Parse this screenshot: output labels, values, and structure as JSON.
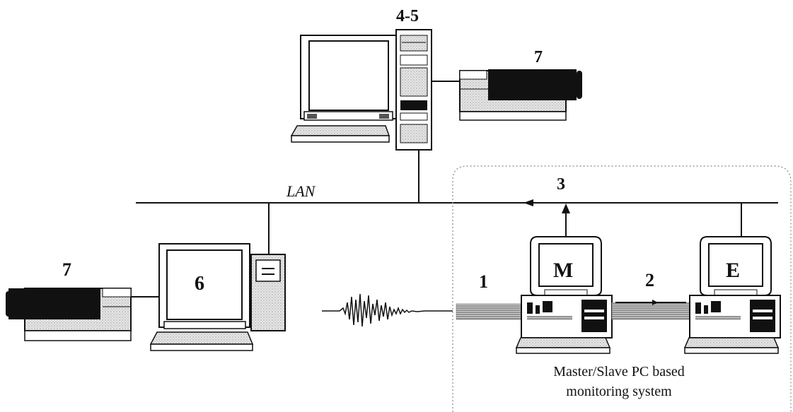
{
  "labels": {
    "server": "4-5",
    "printer_top": "7",
    "printer_left": "7",
    "workstation": "6",
    "lan": "LAN",
    "link_3": "3",
    "link_1": "1",
    "link_2": "2",
    "master": "M",
    "slave": "E"
  },
  "caption": {
    "line1": "Master/Slave PC based",
    "line2": "monitoring system"
  }
}
